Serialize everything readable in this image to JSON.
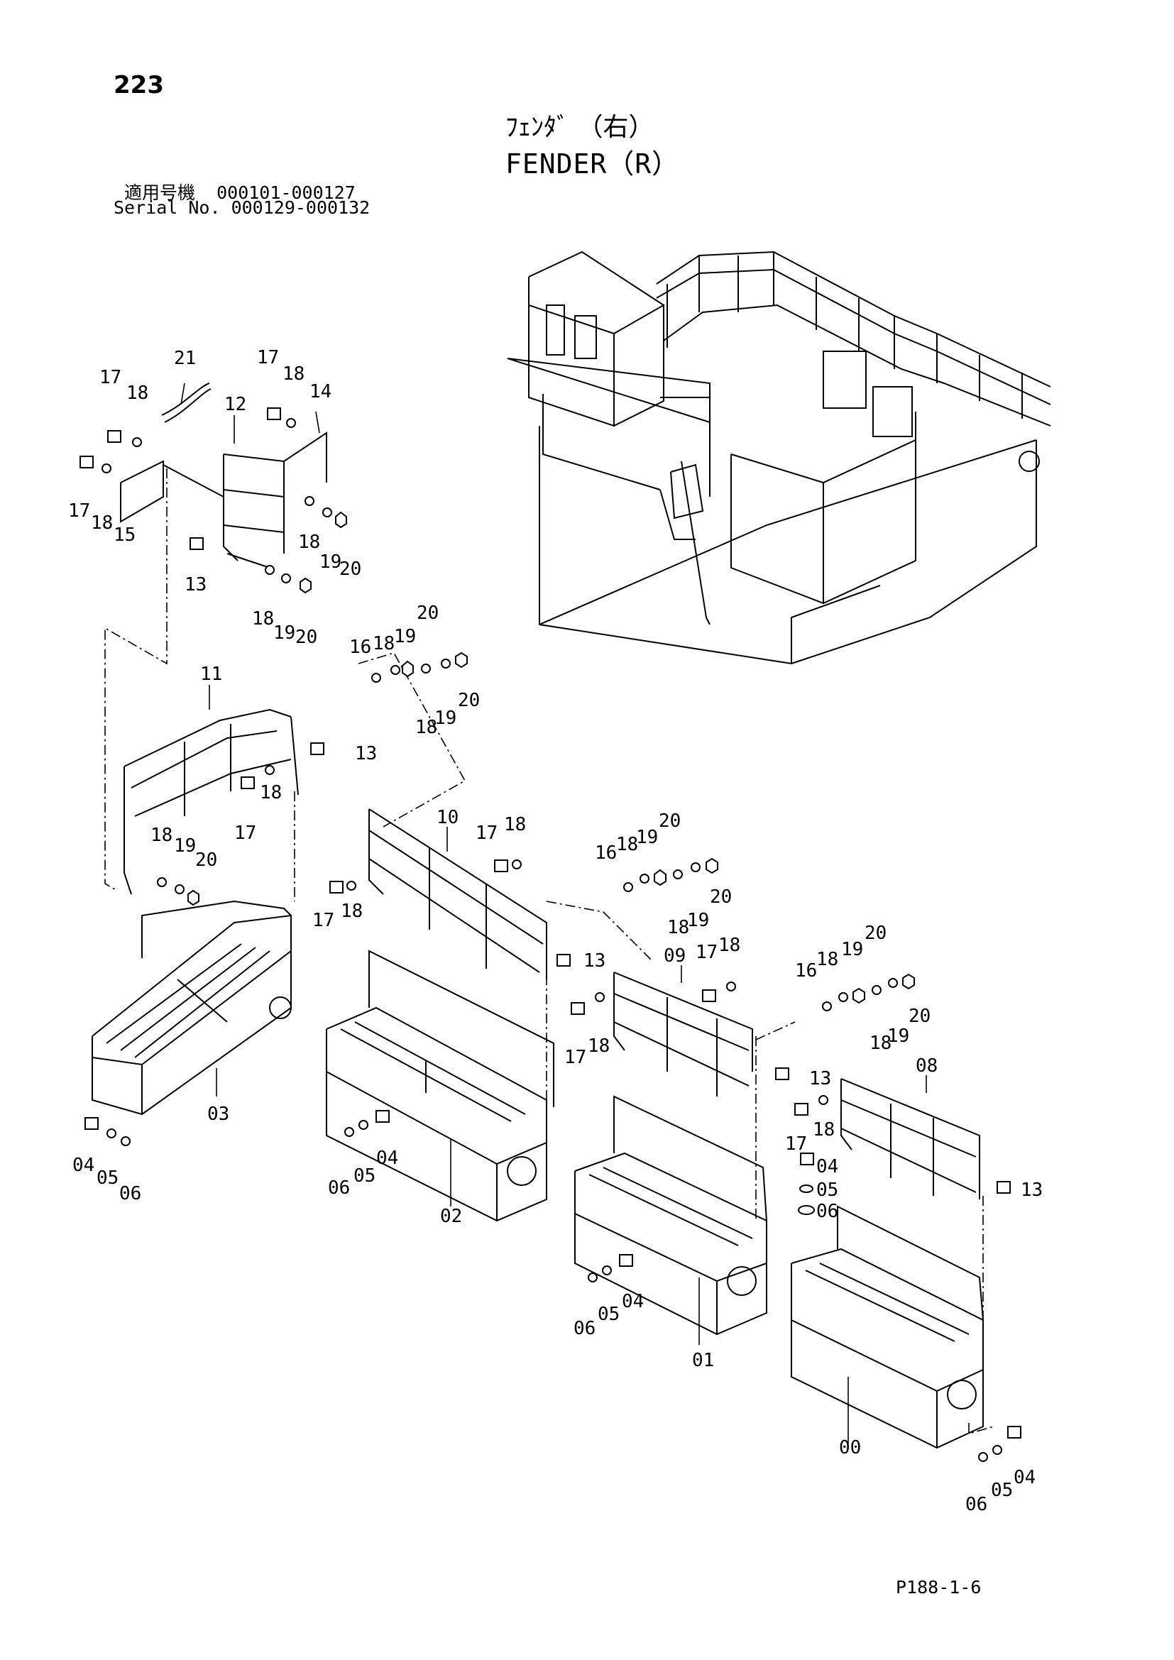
{
  "page_number": "223",
  "title_jp": "ﾌｪﾝﾀﾞ （右）",
  "title_en": "FENDER（R）",
  "serial_lines": [
    "適用号機  000101-000127",
    "Serial No. 000129-000132"
  ],
  "page_ref": "P188-1-6",
  "callouts": [
    {
      "id": "c-00",
      "label": "00"
    },
    {
      "id": "c-01",
      "label": "01"
    },
    {
      "id": "c-02",
      "label": "02"
    },
    {
      "id": "c-03",
      "label": "03"
    },
    {
      "id": "c-04a",
      "label": "04"
    },
    {
      "id": "c-05a",
      "label": "05"
    },
    {
      "id": "c-06a",
      "label": "06"
    },
    {
      "id": "c-04b",
      "label": "04"
    },
    {
      "id": "c-05b",
      "label": "05"
    },
    {
      "id": "c-06b",
      "label": "06"
    },
    {
      "id": "c-04c",
      "label": "04"
    },
    {
      "id": "c-05c",
      "label": "05"
    },
    {
      "id": "c-06c",
      "label": "06"
    },
    {
      "id": "c-04d",
      "label": "04"
    },
    {
      "id": "c-05d",
      "label": "05"
    },
    {
      "id": "c-06d",
      "label": "06"
    },
    {
      "id": "c-04e",
      "label": "04"
    },
    {
      "id": "c-05e",
      "label": "05"
    },
    {
      "id": "c-06e",
      "label": "06"
    },
    {
      "id": "c-08",
      "label": "08"
    },
    {
      "id": "c-09",
      "label": "09"
    },
    {
      "id": "c-10",
      "label": "10"
    },
    {
      "id": "c-11",
      "label": "11"
    },
    {
      "id": "c-12",
      "label": "12"
    },
    {
      "id": "c-13a",
      "label": "13"
    },
    {
      "id": "c-13b",
      "label": "13"
    },
    {
      "id": "c-13c",
      "label": "13"
    },
    {
      "id": "c-13d",
      "label": "13"
    },
    {
      "id": "c-13e",
      "label": "13"
    },
    {
      "id": "c-14",
      "label": "14"
    },
    {
      "id": "c-15",
      "label": "15"
    },
    {
      "id": "c-16a",
      "label": "16"
    },
    {
      "id": "c-16b",
      "label": "16"
    },
    {
      "id": "c-16c",
      "label": "16"
    },
    {
      "id": "c-17a",
      "label": "17"
    },
    {
      "id": "c-17b",
      "label": "17"
    },
    {
      "id": "c-17c",
      "label": "17"
    },
    {
      "id": "c-17d",
      "label": "17"
    },
    {
      "id": "c-17e",
      "label": "17"
    },
    {
      "id": "c-17f",
      "label": "17"
    },
    {
      "id": "c-17g",
      "label": "17"
    },
    {
      "id": "c-17h",
      "label": "17"
    },
    {
      "id": "c-17i",
      "label": "17"
    },
    {
      "id": "c-18a",
      "label": "18"
    },
    {
      "id": "c-18b",
      "label": "18"
    },
    {
      "id": "c-18c",
      "label": "18"
    },
    {
      "id": "c-18d",
      "label": "18"
    },
    {
      "id": "c-18e",
      "label": "18"
    },
    {
      "id": "c-18f",
      "label": "18"
    },
    {
      "id": "c-18g",
      "label": "18"
    },
    {
      "id": "c-18h",
      "label": "18"
    },
    {
      "id": "c-18i",
      "label": "18"
    },
    {
      "id": "c-18j",
      "label": "18"
    },
    {
      "id": "c-18k",
      "label": "18"
    },
    {
      "id": "c-18l",
      "label": "18"
    },
    {
      "id": "c-18m",
      "label": "18"
    },
    {
      "id": "c-18n",
      "label": "18"
    },
    {
      "id": "c-18o",
      "label": "18"
    },
    {
      "id": "c-18p",
      "label": "18"
    },
    {
      "id": "c-18q",
      "label": "18"
    },
    {
      "id": "c-18r",
      "label": "18"
    },
    {
      "id": "c-19a",
      "label": "19"
    },
    {
      "id": "c-19b",
      "label": "19"
    },
    {
      "id": "c-19c",
      "label": "19"
    },
    {
      "id": "c-19d",
      "label": "19"
    },
    {
      "id": "c-19e",
      "label": "19"
    },
    {
      "id": "c-19f",
      "label": "19"
    },
    {
      "id": "c-19g",
      "label": "19"
    },
    {
      "id": "c-19h",
      "label": "19"
    },
    {
      "id": "c-19i",
      "label": "19"
    },
    {
      "id": "c-20a",
      "label": "20"
    },
    {
      "id": "c-20b",
      "label": "20"
    },
    {
      "id": "c-20c",
      "label": "20"
    },
    {
      "id": "c-20d",
      "label": "20"
    },
    {
      "id": "c-20e",
      "label": "20"
    },
    {
      "id": "c-20f",
      "label": "20"
    },
    {
      "id": "c-20g",
      "label": "20"
    },
    {
      "id": "c-20h",
      "label": "20"
    },
    {
      "id": "c-20i",
      "label": "20"
    },
    {
      "id": "c-21",
      "label": "21"
    }
  ]
}
